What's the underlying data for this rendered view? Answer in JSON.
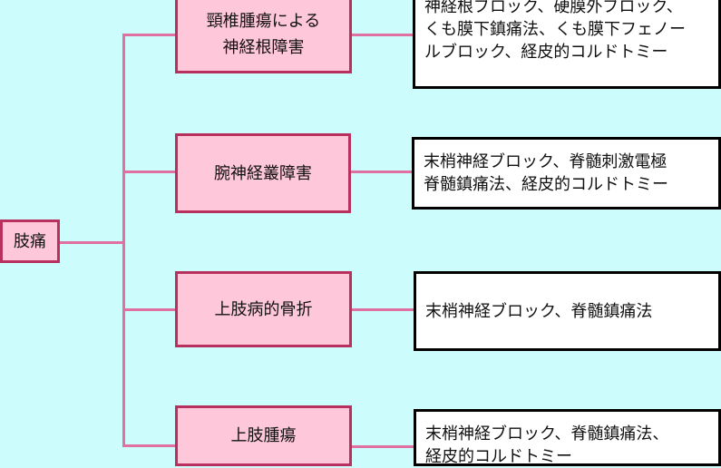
{
  "root": {
    "label": "肢痛"
  },
  "branches": [
    {
      "label": "頸椎腫瘍による\n神経根障害",
      "treatment": "神経根ブロック、硬膜外ブロック、\nくも膜下鎮痛法、くも膜下フェノー\nルブロック、経皮的コルドトミー"
    },
    {
      "label": "腕神経叢障害",
      "treatment": "末梢神経ブロック、脊髄刺激電極\n脊髄鎮痛法、経皮的コルドトミー"
    },
    {
      "label": "上肢病的骨折",
      "treatment": "末梢神経ブロック、脊髄鎮痛法"
    },
    {
      "label": "上肢腫瘍",
      "treatment": "末梢神経ブロック、脊髄鎮痛法、\n経皮的コルドトミー"
    }
  ],
  "colors": {
    "background": "#ccfcfc",
    "box_fill": "#ffc8da",
    "box_border": "#b8305e",
    "connector": "#e070a0"
  }
}
